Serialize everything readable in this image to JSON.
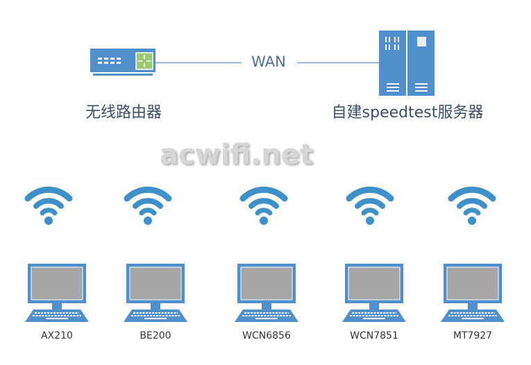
{
  "link_label": "WAN",
  "router": {
    "label": "无线路由器"
  },
  "server": {
    "label": "自建speedtest服务器"
  },
  "watermark": "acwifi.net",
  "clients": [
    {
      "label": "AX210"
    },
    {
      "label": "BE200"
    },
    {
      "label": "WCN6856"
    },
    {
      "label": "WCN7851"
    },
    {
      "label": "MT7927"
    }
  ],
  "colors": {
    "blue": "#4f8fcb",
    "green": "#9ccb74",
    "screen": "#a6a6a6",
    "text": "#3a4f68"
  }
}
